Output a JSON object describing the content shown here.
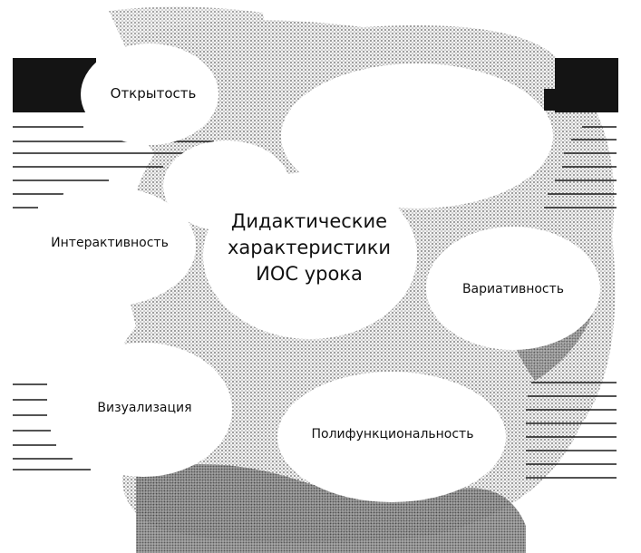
{
  "diagram": {
    "center": {
      "lines": [
        "Дидактические",
        "характеристики",
        "ИОС урока"
      ]
    },
    "nodes": [
      {
        "id": "open",
        "label": "Открытость"
      },
      {
        "id": "inter",
        "label": "Интерактивность"
      },
      {
        "id": "var",
        "label": "Вариативность"
      },
      {
        "id": "vis",
        "label": "Визуализация"
      },
      {
        "id": "poly",
        "label": "Полифункциональность"
      }
    ]
  },
  "colors": {
    "ink": "#111111",
    "halftone": "#b9b9b9",
    "bubble": "#ffffff"
  }
}
